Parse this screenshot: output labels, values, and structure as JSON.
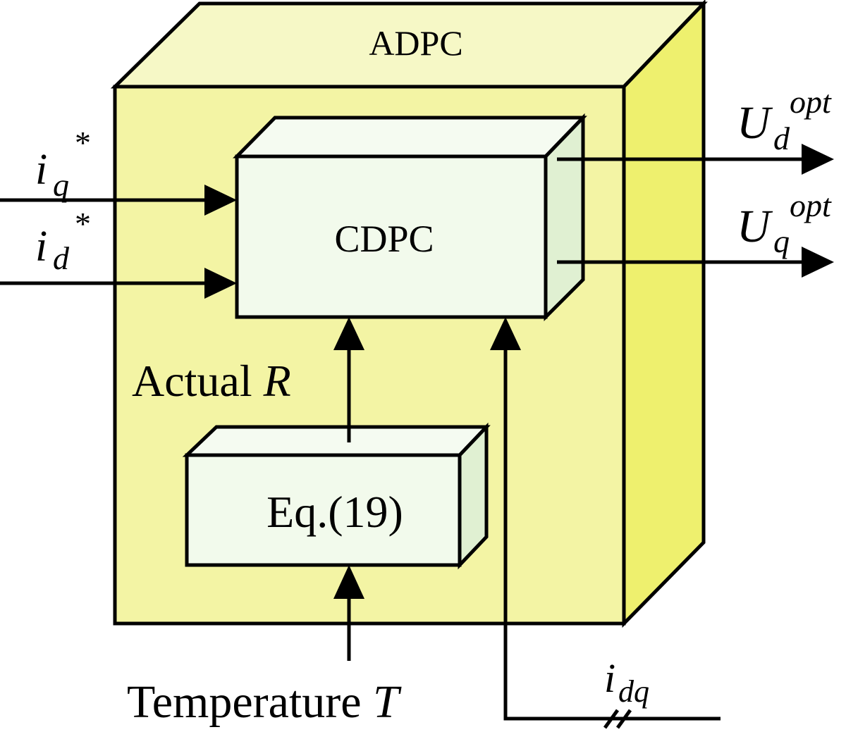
{
  "colors": {
    "outer_front": "#F3F4A4",
    "outer_top": "#F6F8C6",
    "outer_side": "#EEF06E",
    "inner_front": "#F2FAEC",
    "inner_top": "#F5FBF1",
    "inner_side": "#E0F0D2",
    "stroke": "#000000"
  },
  "outer_block": {
    "label": "ADPC"
  },
  "cdpc_block": {
    "label": "CDPC"
  },
  "eq_block": {
    "label": "Eq.(19)"
  },
  "inputs": {
    "iq": {
      "symbol": "i",
      "sub": "q",
      "sup": "*"
    },
    "id": {
      "symbol": "i",
      "sub": "d",
      "sup": "*"
    },
    "temperature": {
      "text": "Temperature ",
      "var": "T"
    },
    "idq": {
      "symbol": "i",
      "sub": "dq"
    }
  },
  "outputs": {
    "ud": {
      "symbol": "U",
      "sub": "d",
      "sup": "opt"
    },
    "uq": {
      "symbol": "U",
      "sub": "q",
      "sup": "opt"
    }
  },
  "actual_r": {
    "text": "Actual ",
    "var": "R"
  }
}
